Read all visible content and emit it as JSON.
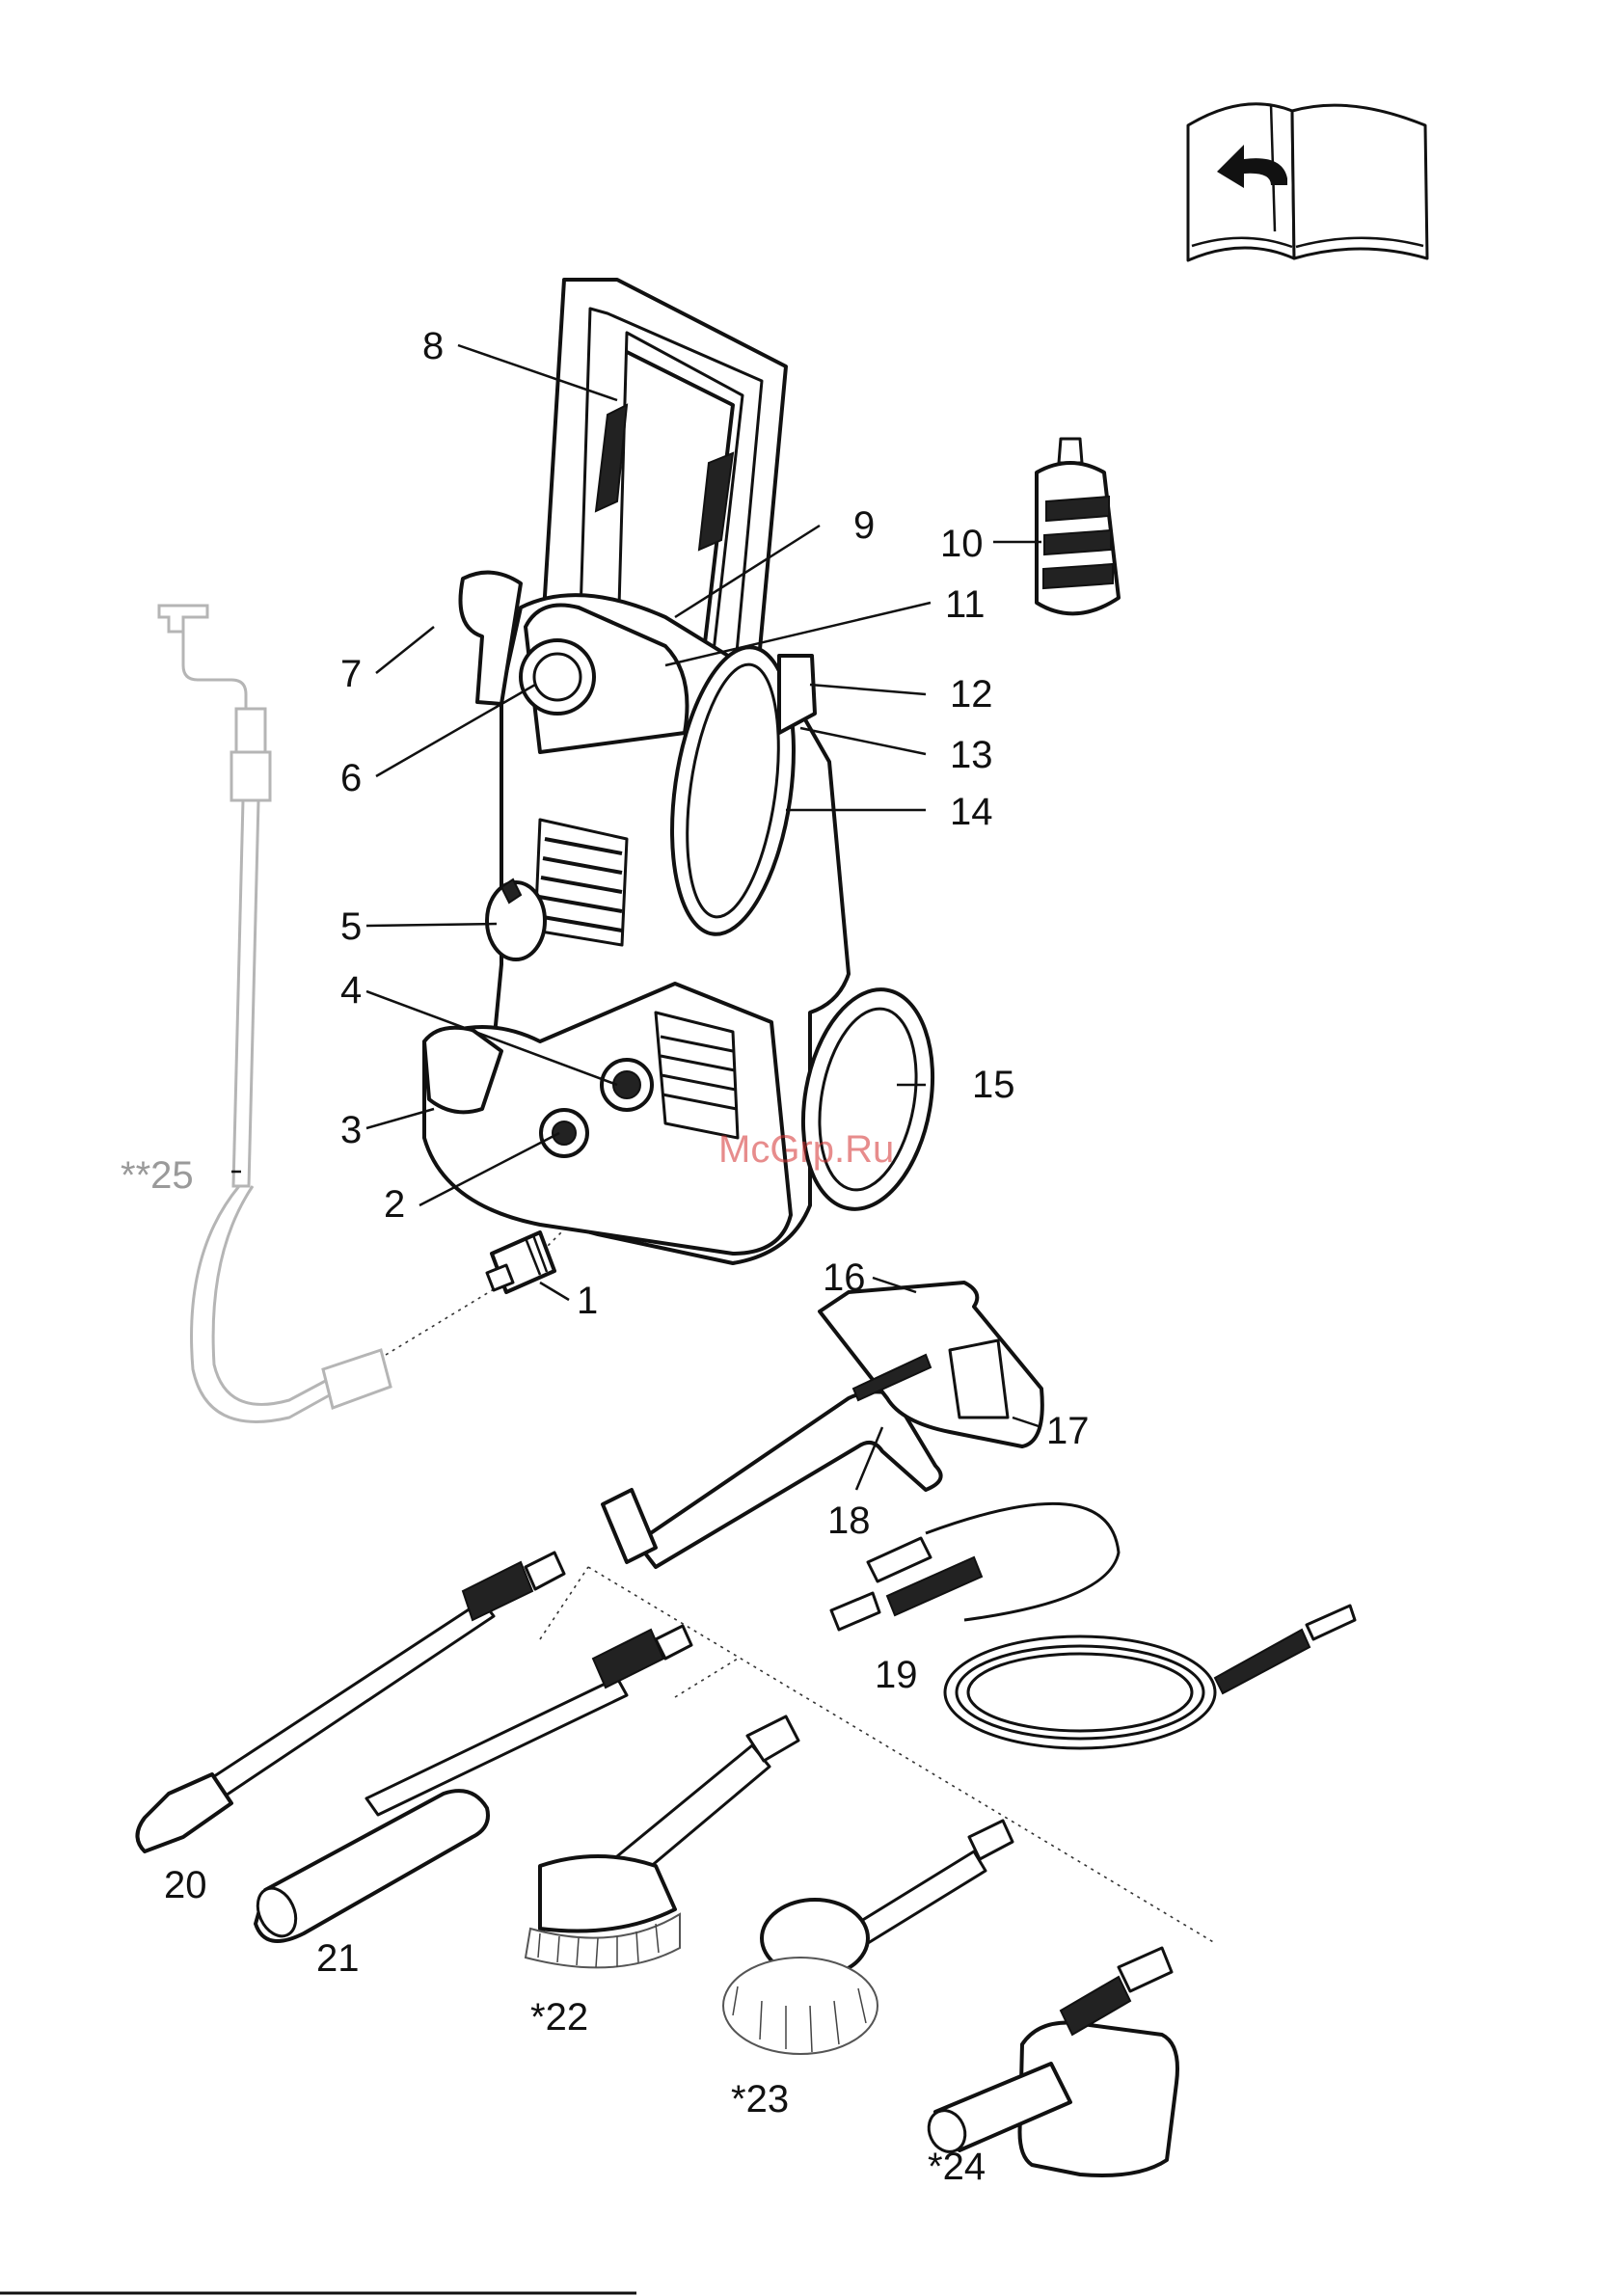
{
  "labels": {
    "l1": "1",
    "l2": "2",
    "l3": "3",
    "l4": "4",
    "l5": "5",
    "l6": "6",
    "l7": "7",
    "l8": "8",
    "l9": "9",
    "l10": "10",
    "l11": "11",
    "l12": "12",
    "l13": "13",
    "l14": "14",
    "l15": "15",
    "l16": "16",
    "l17": "17",
    "l18": "18",
    "l19": "19",
    "l20": "20",
    "l21": "21",
    "l22": "*22",
    "l23": "*23",
    "l24": "*24",
    "l25": "**25"
  },
  "watermark": "McGrp.Ru",
  "colors": {
    "line": "#111111",
    "optional_part": "#b5b5b5",
    "watermark": "#d43030"
  },
  "icons": {
    "manual": "book-page-turn-icon"
  }
}
